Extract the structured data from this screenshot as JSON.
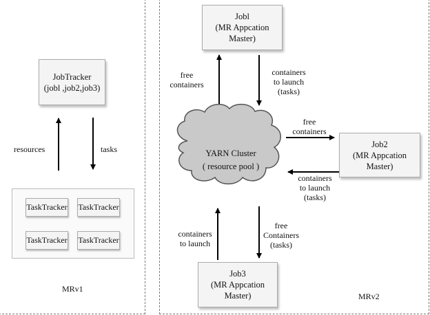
{
  "mrv1": {
    "panel_label": "MRv1",
    "jobtracker": {
      "title": "JobTracker",
      "subtitle": "(jobl ,job2,job3)"
    },
    "arrow_up_label": "resources",
    "arrow_down_label": "tasks",
    "tasktrackers": [
      "TaskTracker",
      "TaskTracker",
      "TaskTracker",
      "TaskTracker"
    ]
  },
  "mrv2": {
    "panel_label": "MRv2",
    "job1": {
      "title": "Jobl",
      "subtitle": "(MR Appcation Master)"
    },
    "job2": {
      "title": "Job2",
      "subtitle": "(MR Appcation Master)"
    },
    "job3": {
      "title": "Job3",
      "subtitle": "(MR Appcation Master)"
    },
    "cloud": {
      "title": "YARN Cluster",
      "subtitle": "( resource pool )"
    },
    "job1_up_label": [
      "free",
      "containers"
    ],
    "job1_down_label": [
      "containers",
      "to launch",
      "(tasks)"
    ],
    "job2_right_label": [
      "free",
      "containers"
    ],
    "job2_left_label": [
      "containers",
      "to launch",
      "(tasks)"
    ],
    "job3_up_label": [
      "containers",
      "to launch"
    ],
    "job3_down_label": [
      "free",
      "Containers",
      "(tasks)"
    ]
  }
}
